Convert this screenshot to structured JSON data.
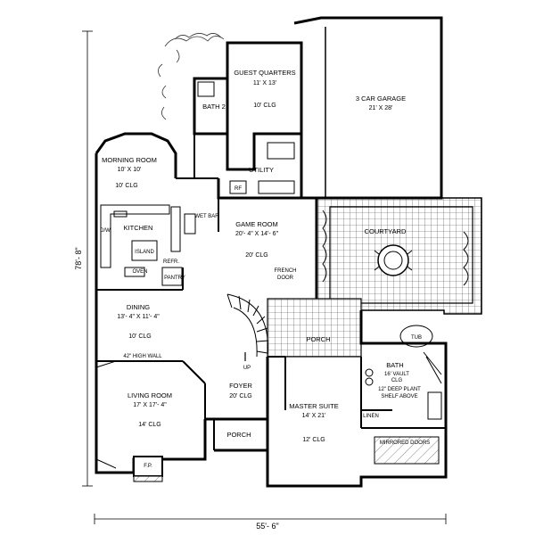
{
  "dimensions": {
    "width": "55'- 6\"",
    "height": "78'- 8\""
  },
  "rooms": {
    "guest_quarters": {
      "name": "GUEST QUARTERS",
      "size": "11' X 13'",
      "ceiling": "10' CLG"
    },
    "bath2": {
      "name": "BATH 2"
    },
    "garage": {
      "name": "3 CAR GARAGE",
      "size": "21' X 28'"
    },
    "morning_room": {
      "name": "MORNING ROOM",
      "size": "10' X 10'",
      "ceiling": "10' CLG"
    },
    "utility": {
      "name": "UTILITY"
    },
    "kitchen": {
      "name": "KITCHEN",
      "island": "ISLAND",
      "dw": "D/W",
      "oven": "OVEN",
      "refr": "REFR.",
      "pantry": "PANTRY",
      "wet_bar": "WET BAR"
    },
    "game_room": {
      "name": "GAME ROOM",
      "size": "20'- 4\" X 14'- 6\"",
      "ceiling": "20' CLG",
      "french_door": [
        "FRENCH",
        "DOOR"
      ]
    },
    "courtyard": {
      "name": "COURTYARD"
    },
    "dining": {
      "name": "DINING",
      "size": "13'- 4\" X 11'- 4\"",
      "ceiling": "10' CLG",
      "wall_note": "42\" HIGH WALL"
    },
    "porch_top": {
      "name": "PORCH"
    },
    "porch_bottom": {
      "name": "PORCH"
    },
    "foyer": {
      "name": "FOYER",
      "ceiling": "20' CLG",
      "stair": "UP"
    },
    "living_room": {
      "name": "LIVING ROOM",
      "size": "17' X 17'- 4\"",
      "ceiling": "14' CLG",
      "fireplace": "F.P."
    },
    "master_suite": {
      "name": "MASTER SUITE",
      "size": "14' X 21'",
      "ceiling": "12' CLG"
    },
    "master_bath": {
      "name": "BATH",
      "ceiling": [
        "16' VAULT",
        "CLG"
      ],
      "tub": "TUB",
      "shelf": [
        "12\" DEEP PLANT",
        "SHELF ABOVE"
      ],
      "linen": "LINEN",
      "closet": "MIRRORED DOORS"
    },
    "rf": "RF"
  },
  "icons": [
    "fireplace-icon",
    "stair-icon",
    "tub-icon",
    "fountain-icon",
    "sink-icon"
  ]
}
